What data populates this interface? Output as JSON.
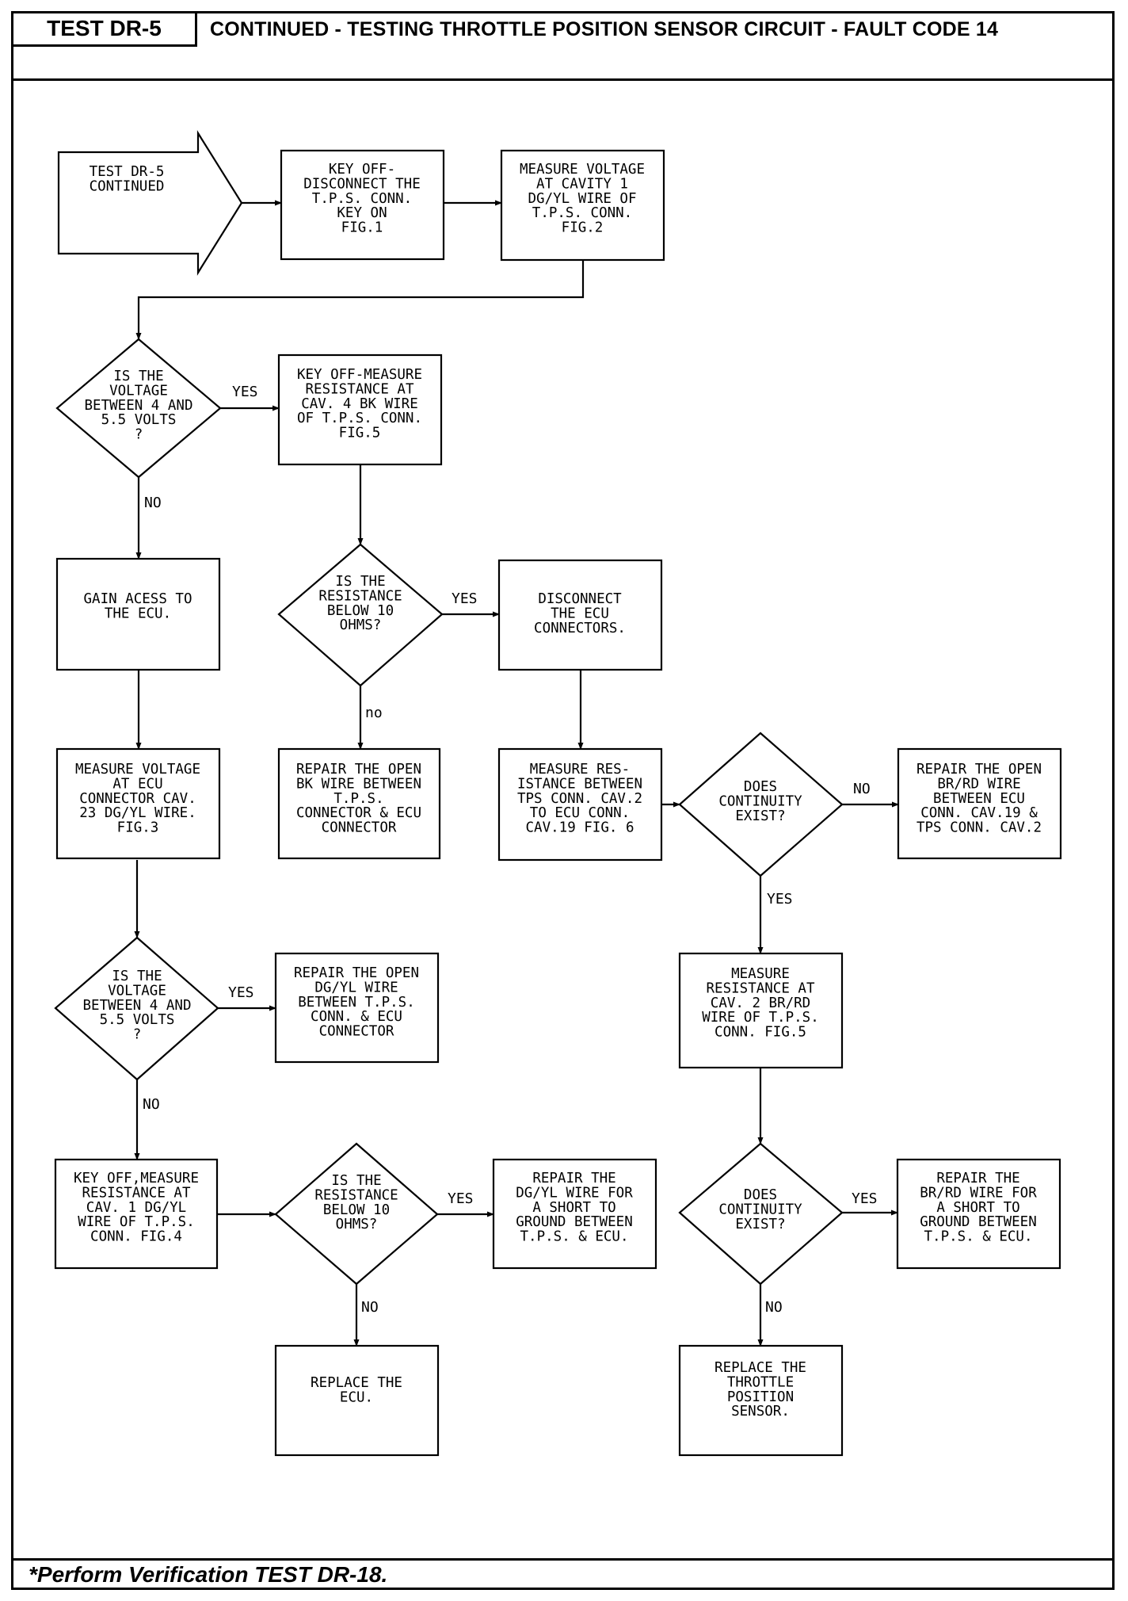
{
  "header": {
    "test_id": "TEST DR-5",
    "title": "CONTINUED - TESTING THROTTLE POSITION SENSOR CIRCUIT - FAULT CODE 14"
  },
  "footer": {
    "note": "*Perform Verification TEST DR-18."
  },
  "flowchart": {
    "start": [
      "TEST DR-5",
      "CONTINUED"
    ],
    "nodes": {
      "key_off_disconnect": [
        "KEY OFF-",
        "DISCONNECT THE",
        "T.P.S. CONN.",
        "KEY ON",
        "FIG.1"
      ],
      "measure_cav1": [
        "MEASURE VOLTAGE",
        "AT CAVITY 1",
        "DG/YL WIRE OF",
        "T.P.S. CONN.",
        "FIG.2"
      ],
      "dec_voltage_1": [
        "IS THE",
        "VOLTAGE",
        "BETWEEN 4 AND",
        "5.5 VOLTS",
        "?"
      ],
      "measure_res_cav4": [
        "KEY OFF-MEASURE",
        "RESISTANCE AT",
        "CAV. 4 BK WIRE",
        "OF T.P.S. CONN.",
        "FIG.5"
      ],
      "gain_access": [
        "GAIN ACESS TO",
        "THE ECU."
      ],
      "dec_res_1": [
        "IS THE",
        "RESISTANCE",
        "BELOW 10",
        "OHMS?"
      ],
      "disconnect_ecu": [
        "DISCONNECT",
        "THE ECU",
        "CONNECTORS."
      ],
      "measure_ecu_cav23": [
        "MEASURE VOLTAGE",
        "AT ECU",
        "CONNECTOR CAV.",
        "23 DG/YL WIRE.",
        "FIG.3"
      ],
      "repair_bk": [
        "REPAIR THE OPEN",
        "BK WIRE BETWEEN",
        "T.P.S.",
        "CONNECTOR & ECU",
        "CONNECTOR"
      ],
      "measure_res_tps2": [
        "MEASURE RES-",
        "ISTANCE BETWEEN",
        "TPS CONN. CAV.2",
        "TO ECU CONN.",
        "CAV.19 FIG. 6"
      ],
      "dec_cont_1": [
        "DOES",
        "CONTINUITY",
        "EXIST?"
      ],
      "repair_brrd_open": [
        "REPAIR THE OPEN",
        "BR/RD WIRE",
        "BETWEEN ECU",
        "CONN. CAV.19 &",
        "TPS CONN. CAV.2"
      ],
      "dec_voltage_2": [
        "IS THE",
        "VOLTAGE",
        "BETWEEN 4 AND",
        "5.5 VOLTS",
        "?"
      ],
      "repair_dgyl_open": [
        "REPAIR THE OPEN",
        "DG/YL WIRE",
        "BETWEEN T.P.S.",
        "CONN. & ECU",
        "CONNECTOR"
      ],
      "measure_res_cav2": [
        "MEASURE",
        "RESISTANCE AT",
        "CAV. 2 BR/RD",
        "WIRE OF T.P.S.",
        "CONN. FIG.5"
      ],
      "measure_res_cav1": [
        "KEY OFF,MEASURE",
        "RESISTANCE AT",
        "CAV. 1 DG/YL",
        "WIRE OF T.P.S.",
        "CONN. FIG.4"
      ],
      "dec_res_2": [
        "IS THE",
        "RESISTANCE",
        "BELOW 10",
        "OHMS?"
      ],
      "repair_dgyl_short": [
        "REPAIR THE",
        "DG/YL WIRE FOR",
        "A SHORT TO",
        "GROUND BETWEEN",
        "T.P.S. & ECU."
      ],
      "dec_cont_2": [
        "DOES",
        "CONTINUITY",
        "EXIST?"
      ],
      "repair_brrd_short": [
        "REPAIR THE",
        "BR/RD WIRE FOR",
        "A SHORT TO",
        "GROUND BETWEEN",
        "T.P.S. & ECU."
      ],
      "replace_ecu": [
        "REPLACE THE",
        "ECU."
      ],
      "replace_tps": [
        "REPLACE THE",
        "THROTTLE",
        "POSITION",
        "SENSOR."
      ]
    },
    "labels": {
      "yes": "YES",
      "no": "NO",
      "no_lower": "no"
    }
  }
}
